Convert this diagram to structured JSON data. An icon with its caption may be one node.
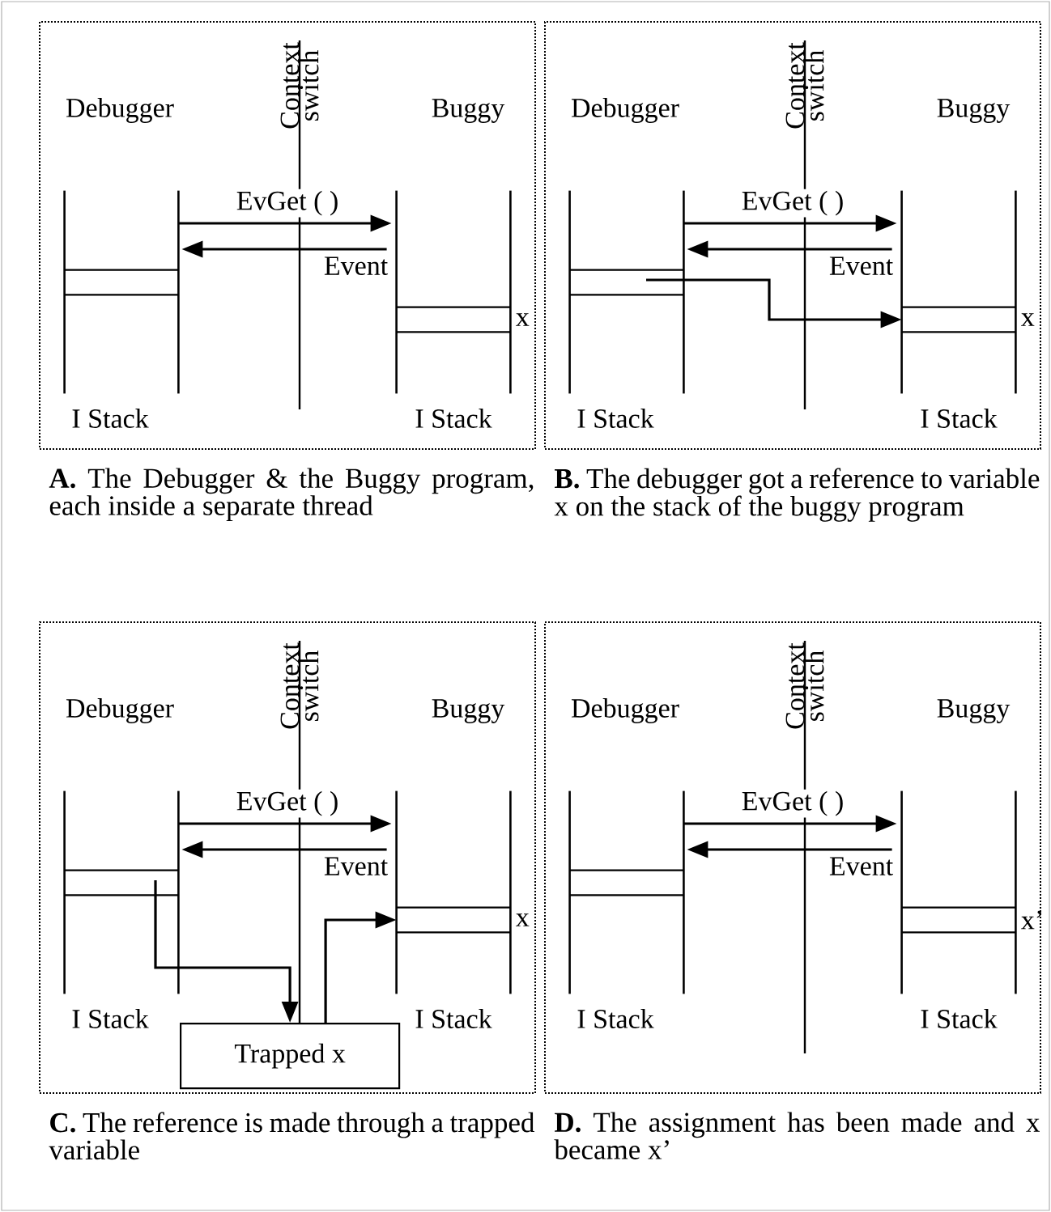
{
  "diagram": {
    "nodes": [
      {
        "text": [],
        "shape": "box",
        "beside": [
          "**A.** The Debugger & the Buggy program, each inside a separate thread"
        ]
      },
      {
        "text": [
          "Debugger",
          "I Stack"
        ],
        "in": 0
      },
      {
        "text": [],
        "shape": "box",
        "in": 1
      },
      {
        "text": [
          "Buggy",
          "I Stack"
        ],
        "in": 0
      },
      {
        "text": [
          "x"
        ],
        "in": 3
      },
      {
        "text": [],
        "shape": "box",
        "beside": [
          "**B.** The debugger got a reference to variable x on the stack of the buggy program"
        ]
      },
      {
        "text": [
          "Debugger",
          "I Stack"
        ],
        "in": 5
      },
      {
        "text": [],
        "shape": "box",
        "in": 6
      },
      {
        "text": [
          "Buggy",
          "I Stack"
        ],
        "in": 5
      },
      {
        "text": [
          "x"
        ],
        "in": 8
      },
      {
        "text": [],
        "shape": "box",
        "beside": [
          "**C.** The reference is made through a trapped variable"
        ]
      },
      {
        "text": [
          "Debugger",
          "I Stack"
        ],
        "in": 10
      },
      {
        "text": [],
        "shape": "box",
        "in": 11
      },
      {
        "text": [
          "Buggy",
          "I Stack"
        ],
        "in": 10
      },
      {
        "text": [
          "x"
        ],
        "in": 13
      },
      {
        "text": [
          "Trapped x"
        ],
        "in": 10
      },
      {
        "text": [],
        "shape": "box",
        "beside": [
          "**D.** The assignment has been made and x became x’"
        ]
      },
      {
        "text": [
          "Debugger",
          "I Stack"
        ],
        "in": 16
      },
      {
        "text": [],
        "shape": "box",
        "in": 17
      },
      {
        "text": [
          "Buggy",
          "I Stack"
        ],
        "in": 16
      },
      {
        "text": [
          "x’"
        ],
        "in": 19
      }
    ],
    "edges": [
      {
        "from": 1,
        "to": 3,
        "arrow": "to",
        "label": "EvGet ( )"
      },
      {
        "from": 3,
        "to": 1,
        "arrow": "to",
        "label": "Event"
      },
      {
        "from": 6,
        "to": 8,
        "arrow": "to",
        "label": "EvGet ( )"
      },
      {
        "from": 8,
        "to": 6,
        "arrow": "to",
        "label": "Event"
      },
      {
        "from": 7,
        "to": 9,
        "arrow": "to"
      },
      {
        "from": 11,
        "to": 13,
        "arrow": "to",
        "label": "EvGet ( )"
      },
      {
        "from": 13,
        "to": 11,
        "arrow": "to",
        "label": "Event"
      },
      {
        "from": 12,
        "to": 15,
        "arrow": "to"
      },
      {
        "from": 15,
        "to": 14,
        "arrow": "to"
      },
      {
        "from": 17,
        "to": 19,
        "arrow": "to",
        "label": "EvGet ( )"
      },
      {
        "from": 19,
        "to": 17,
        "arrow": "to",
        "label": "Event"
      }
    ],
    "labels": [
      "Context switch",
      "Context switch",
      "Context switch",
      "Context switch"
    ]
  }
}
